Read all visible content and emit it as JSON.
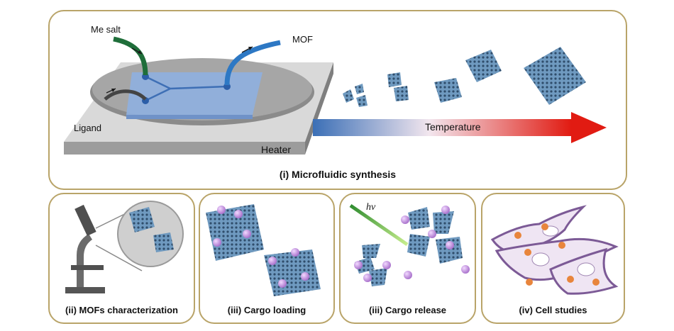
{
  "top_panel": {
    "caption": "(i) Microfluidic synthesis",
    "labels": {
      "me_salt": "Me salt",
      "mof": "MOF",
      "ligand": "Ligand",
      "heater": "Heater",
      "temperature": "Temperature"
    }
  },
  "panels": [
    {
      "caption": "(ii) MOFs characterization"
    },
    {
      "caption": "(iii) Cargo loading"
    },
    {
      "caption": "(iii) Cargo release",
      "label": "hv"
    },
    {
      "caption": "(iv) Cell studies"
    }
  ],
  "colors": {
    "border": "#b9a469",
    "mof_blue": "#5b86ad",
    "cargo_purple": "#c79be0",
    "cell_outline": "#7c5a96",
    "nucleus_orange": "#e8853c"
  }
}
